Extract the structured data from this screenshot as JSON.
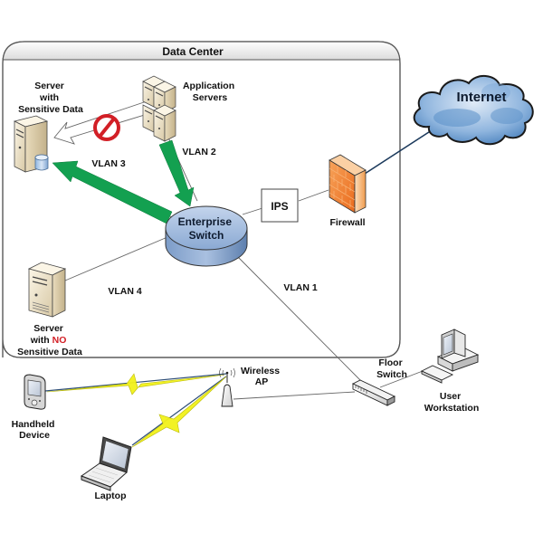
{
  "container": {
    "title": "Data Center"
  },
  "nodes": {
    "sensitive_server": {
      "label_lines": [
        "Server",
        "with",
        "Sensitive Data"
      ],
      "icon": "server-database-icon"
    },
    "app_servers": {
      "label_lines": [
        "Application",
        "Servers"
      ],
      "icon": "server-cluster-icon"
    },
    "enterprise_switch": {
      "label_lines": [
        "Enterprise",
        "Switch"
      ],
      "icon": "switch-icon"
    },
    "ips": {
      "label": "IPS"
    },
    "firewall": {
      "label": "Firewall",
      "icon": "firewall-icon"
    },
    "internet": {
      "label": "Internet",
      "icon": "cloud-icon"
    },
    "nonsensitive_server": {
      "label_line1": "Server",
      "label_line2_prefix": "with ",
      "label_line2_emphasis": "NO",
      "label_line3": "Sensitive Data",
      "icon": "server-icon"
    },
    "floor_switch": {
      "label_lines": [
        "Floor",
        "Switch"
      ],
      "icon": "floor-switch-icon"
    },
    "workstation": {
      "label_lines": [
        "User",
        "Workstation"
      ],
      "icon": "desktop-computer-icon"
    },
    "wireless_ap": {
      "label_lines": [
        "Wireless",
        "AP"
      ],
      "icon": "wireless-antenna-icon"
    },
    "handheld": {
      "label_lines": [
        "Handheld",
        "Device"
      ],
      "icon": "pda-icon"
    },
    "laptop": {
      "label": "Laptop",
      "icon": "laptop-icon"
    }
  },
  "vlans": {
    "vlan1": "VLAN 1",
    "vlan2": "VLAN 2",
    "vlan3": "VLAN 3",
    "vlan4": "VLAN 4"
  },
  "flows": {
    "blocked": {
      "from": "Application Servers",
      "to": "Server with Sensitive Data",
      "status": "blocked",
      "icon": "prohibited-icon"
    },
    "allowed_app_to_switch": {
      "from": "Application Servers",
      "to": "Enterprise Switch",
      "status": "allowed"
    },
    "allowed_switch_to_sensitive": {
      "from": "Enterprise Switch",
      "to": "Server with Sensitive Data",
      "status": "allowed"
    }
  },
  "colors": {
    "allowed_arrow": "#13a050",
    "blocked_sign": "#d21f26",
    "emphasis_text": "#d21f26",
    "firewall": "#f07a2a",
    "switch": "#9db8dc",
    "cloud": "#6d9fd2",
    "wireless_bolt": "#f2f21a",
    "wan_link": "#1c3a5c"
  }
}
